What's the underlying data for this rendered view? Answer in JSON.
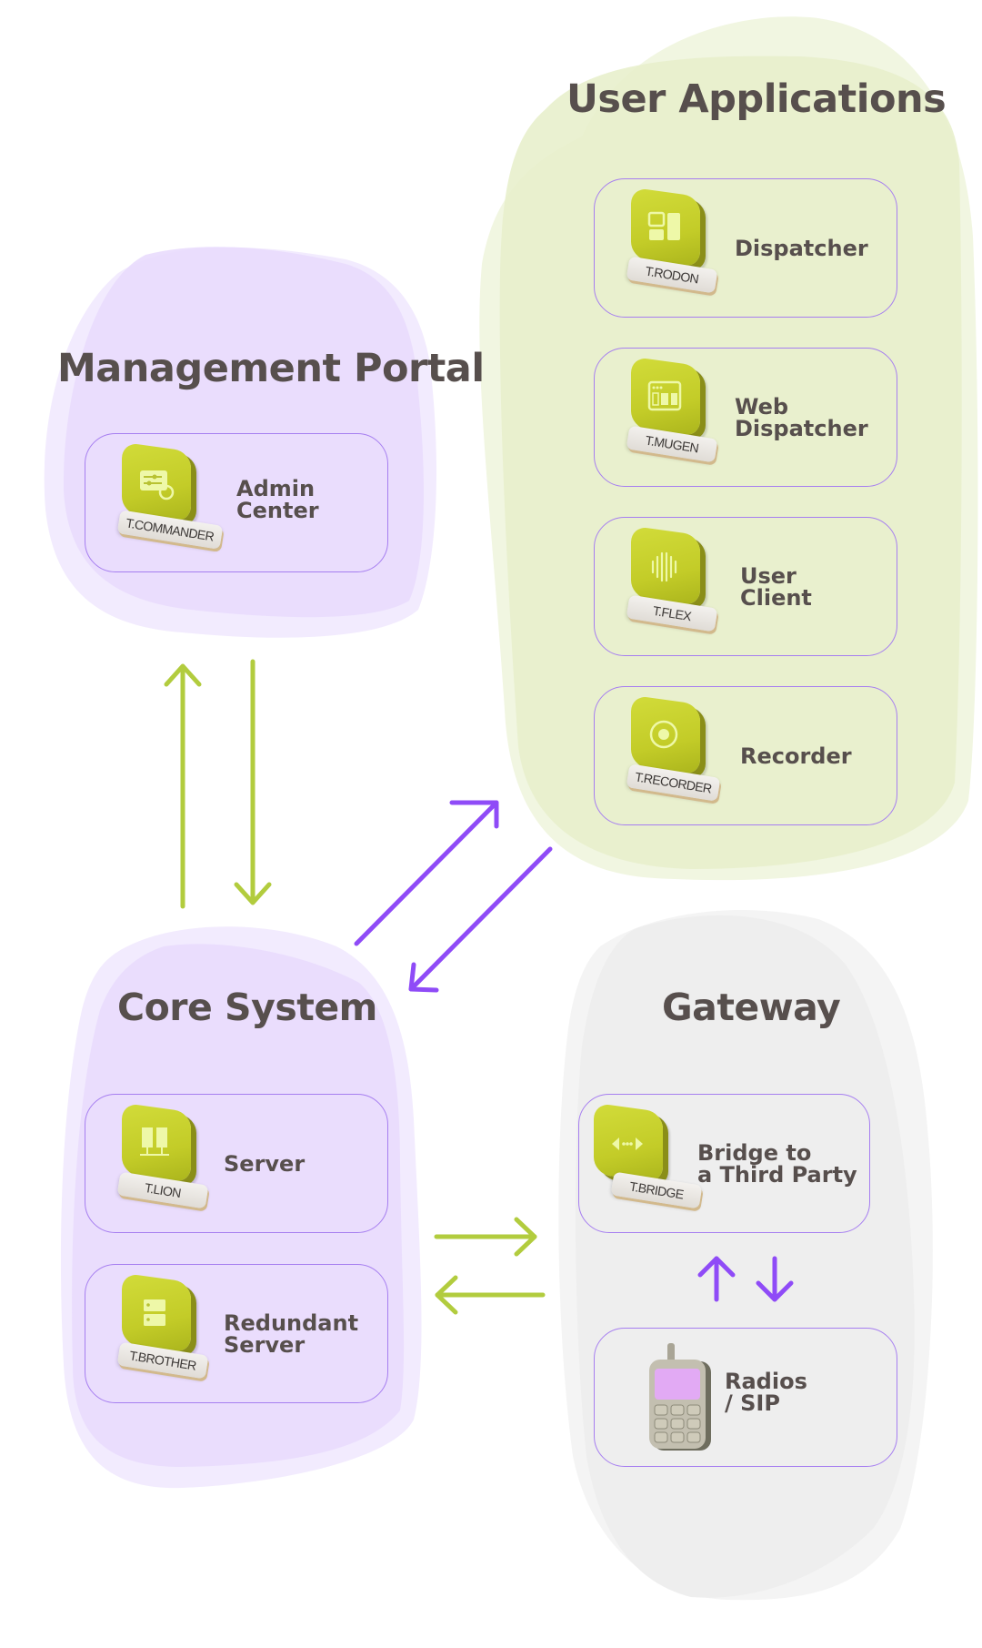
{
  "colors": {
    "purple_group": "#e9dcfd",
    "green_group": "#e8f0cc",
    "gray_group": "#ededed",
    "card_border": "#a67ef0",
    "green_arrow": "#b2cc3e",
    "purple_arrow": "#8f4bf7",
    "tile_green": "#c8d12c",
    "title_text": "#574f4d"
  },
  "groups": {
    "management_portal": {
      "title": "Management Portal",
      "cards": [
        {
          "label": "Admin\nCenter",
          "product": "T.COMMANDER",
          "icon": "sliders-sync-icon"
        }
      ]
    },
    "user_applications": {
      "title": "User Applications",
      "cards": [
        {
          "label": "Dispatcher",
          "product": "T.RODON",
          "icon": "dashboard-layout-icon"
        },
        {
          "label": "Web\nDispatcher",
          "product": "T.MUGEN",
          "icon": "browser-window-icon"
        },
        {
          "label": "User\nClient",
          "product": "T.FLEX",
          "icon": "sound-wave-icon"
        },
        {
          "label": "Recorder",
          "product": "T.RECORDER",
          "icon": "record-icon"
        }
      ]
    },
    "core_system": {
      "title": "Core System",
      "cards": [
        {
          "label": "Server",
          "product": "T.LION",
          "icon": "server-rack-icon"
        },
        {
          "label": "Redundant\nServer",
          "product": "T.BROTHER",
          "icon": "server-stack-icon"
        }
      ]
    },
    "gateway": {
      "title": "Gateway",
      "cards": [
        {
          "label": "Bridge to\na Third Party",
          "product": "T.BRIDGE",
          "icon": "bridge-arrows-icon"
        },
        {
          "label": "Radios\n/ SIP",
          "product": "",
          "icon": "radio-handset-icon"
        }
      ]
    }
  },
  "connections": [
    {
      "from": "core_system",
      "to": "management_portal",
      "color": "green"
    },
    {
      "from": "management_portal",
      "to": "core_system",
      "color": "green"
    },
    {
      "from": "core_system",
      "to": "user_applications",
      "color": "purple"
    },
    {
      "from": "user_applications",
      "to": "core_system",
      "color": "purple"
    },
    {
      "from": "core_system",
      "to": "gateway",
      "color": "green"
    },
    {
      "from": "gateway",
      "to": "core_system",
      "color": "green"
    },
    {
      "from": "radios_sip",
      "to": "bridge",
      "color": "purple"
    },
    {
      "from": "bridge",
      "to": "radios_sip",
      "color": "purple"
    }
  ]
}
